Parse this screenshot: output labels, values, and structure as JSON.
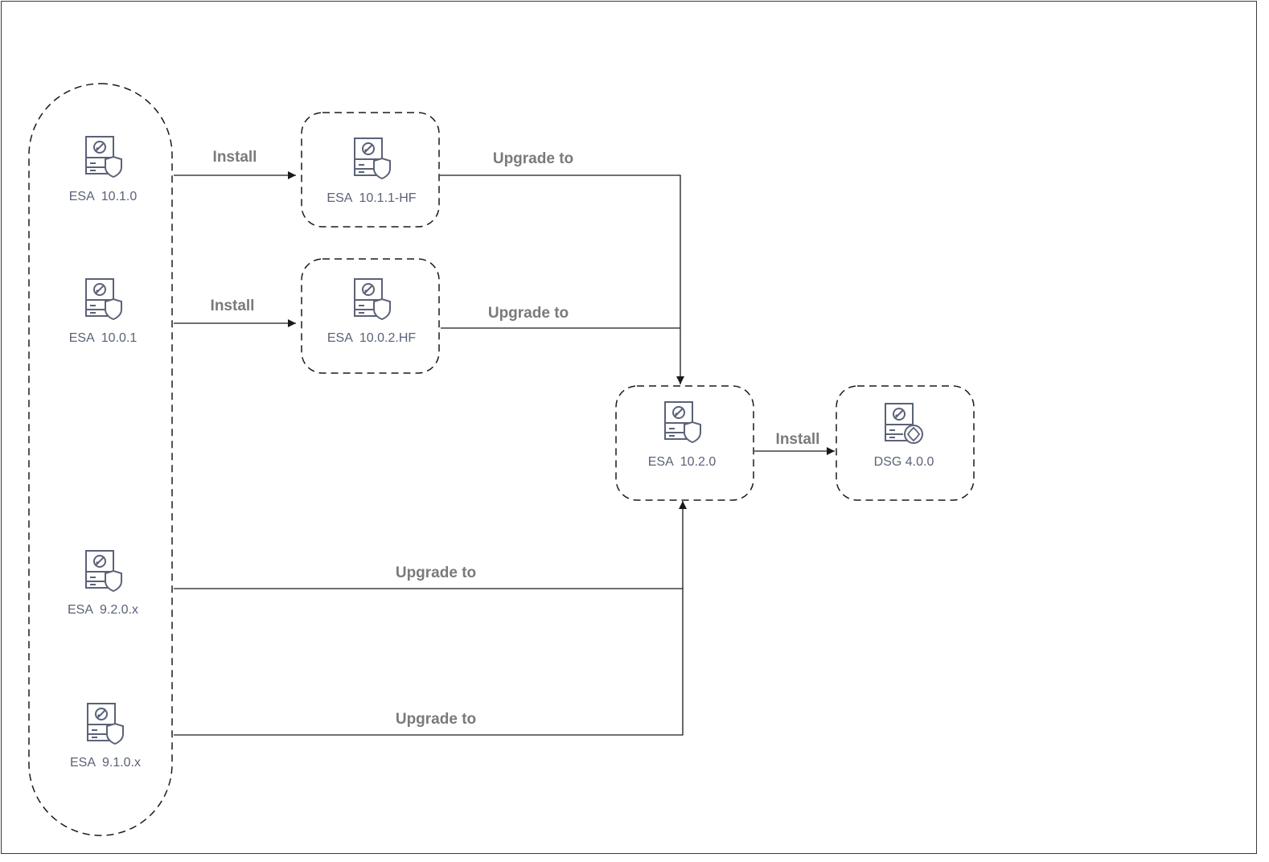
{
  "nodes": {
    "esa_10_1_0": "ESA  10.1.0",
    "esa_10_0_1": "ESA  10.0.1",
    "esa_9_2_0_x": "ESA  9.2.0.x",
    "esa_9_1_0_x": "ESA  9.1.0.x",
    "esa_10_1_1_hf": "ESA  10.1.1-HF",
    "esa_10_0_2_hf": "ESA  10.0.2.HF",
    "esa_10_2_0": "ESA  10.2.0",
    "dsg_4_0_0": "DSG 4.0.0"
  },
  "edges": {
    "install_10_1_0": "Install",
    "install_10_0_1": "Install",
    "upgrade_10_1_1": "Upgrade to",
    "upgrade_10_0_2": "Upgrade to",
    "upgrade_9_2_0": "Upgrade to",
    "upgrade_9_1_0": "Upgrade to",
    "install_dsg": "Install"
  },
  "icons": {
    "server": "server-shield-icon",
    "gateway": "server-gateway-icon"
  },
  "colors": {
    "line": "#1a1a1a",
    "icon": "#5b6278",
    "node_text": "#5b6278",
    "edge_text": "#7a7a7a"
  }
}
